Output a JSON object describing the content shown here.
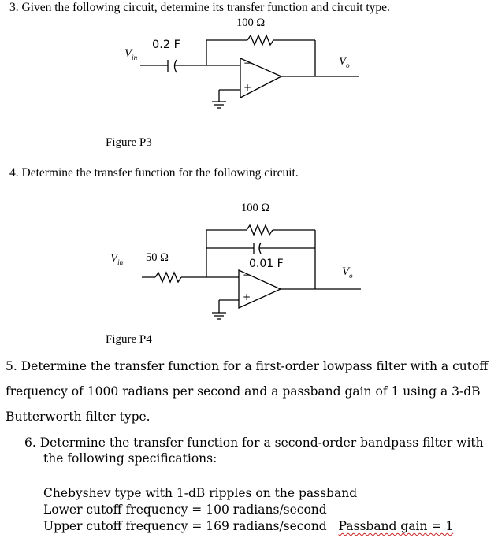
{
  "problems": {
    "p3": {
      "text": "3. Given the following circuit, determine its transfer function and circuit type.",
      "caption": "Figure P3"
    },
    "p4": {
      "text": "4. Determine the transfer function for the following circuit.",
      "caption": "Figure P4"
    },
    "p5": {
      "line1": "5.  Determine the transfer function for a first-order lowpass filter with a cutoff",
      "line2": "frequency of 1000 radians per second and a passband gain of 1 using a 3-dB",
      "line3": "Butterworth filter type."
    },
    "p6": {
      "line1": "6.  Determine the transfer function for a second-order bandpass filter with",
      "line2": "the following specifications:",
      "spec1": "Chebyshev type with 1-dB ripples on the passband",
      "spec2": "Lower cutoff frequency = 100 radians/second",
      "spec3": "Upper cutoff frequency = 169 radians/second",
      "spec3_gain": "Passband gain = 1"
    }
  },
  "figure_p3": {
    "resistor_label": "100 Ω",
    "capacitor_label": "0.2 F",
    "vin_main": "V",
    "vin_sub": "in",
    "vout_main": "V",
    "vout_sub": "o",
    "opamp_minus": "−",
    "opamp_plus": "+"
  },
  "figure_p4": {
    "resistor_fb_label": "100 Ω",
    "resistor_in_label": "50 Ω",
    "capacitor_label": "0.01 F",
    "vin_main": "V",
    "vin_sub": "in",
    "vout_main": "V",
    "vout_sub": "o",
    "opamp_minus": "−",
    "opamp_plus": "+"
  }
}
